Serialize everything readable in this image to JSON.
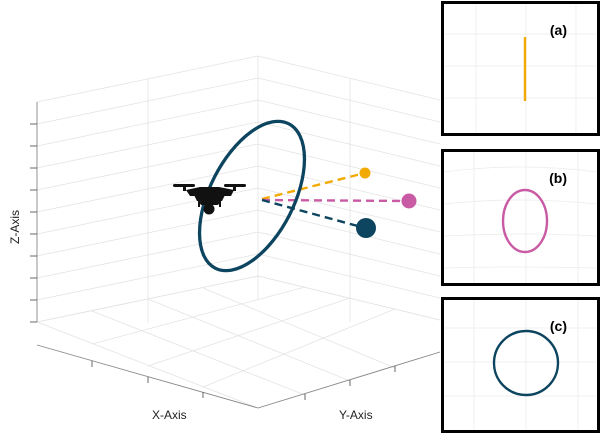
{
  "axes": {
    "x_label": "X-Axis",
    "y_label": "Y-Axis",
    "z_label": "Z-Axis"
  },
  "scene": {
    "drone_icon": "quadcopter-drone-icon",
    "ring_color": "#0d4560",
    "rays": [
      {
        "color": "#f2a900"
      },
      {
        "color": "#c95ba4"
      },
      {
        "color": "#0d4560"
      }
    ]
  },
  "panels": [
    {
      "label": "(a)",
      "shape": "vertical-line",
      "color": "#f2a900"
    },
    {
      "label": "(b)",
      "shape": "ellipse",
      "color": "#c95ba4"
    },
    {
      "label": "(c)",
      "shape": "circle",
      "color": "#0d4560"
    }
  ]
}
